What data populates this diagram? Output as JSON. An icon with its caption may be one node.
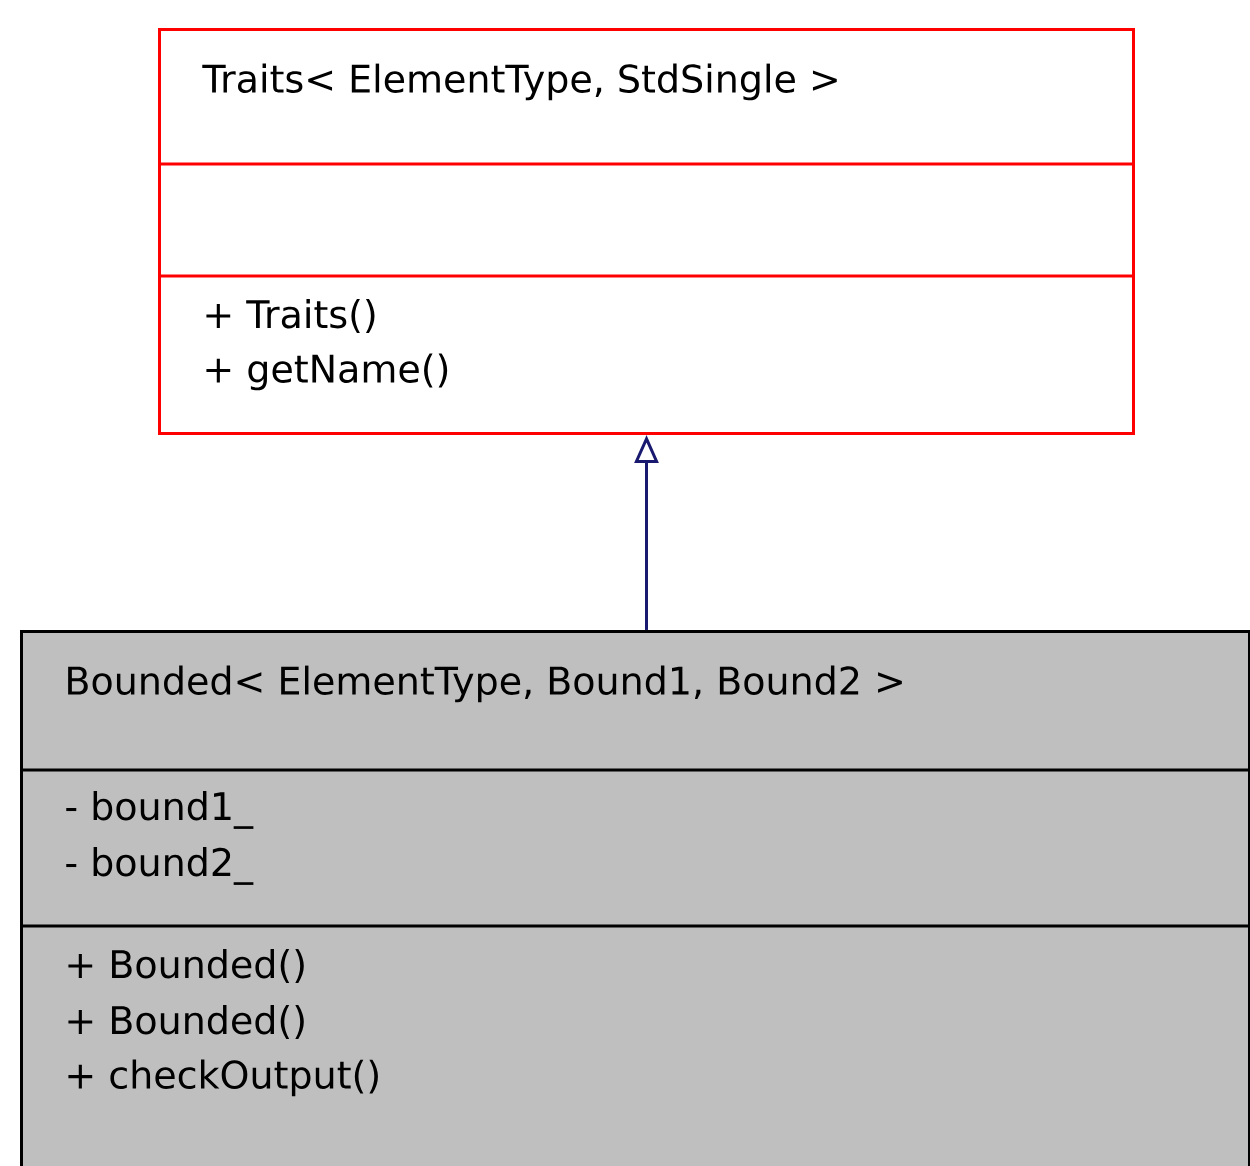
{
  "diagram": {
    "nodes": [
      {
        "text": [
          "Traits< ElementType, StdSingle >",
          "+ Traits()",
          "+ getName()"
        ]
      },
      {
        "text": [
          "Bounded< ElementType, Bound1, Bound2 >",
          "- bound1_",
          "- bound2_",
          "+ Bounded()",
          "+ Bounded()",
          "+ checkOutput()"
        ]
      }
    ],
    "edges": [
      {
        "from": 1,
        "to": 0,
        "arrow": "to",
        "color": "#191970"
      }
    ]
  }
}
